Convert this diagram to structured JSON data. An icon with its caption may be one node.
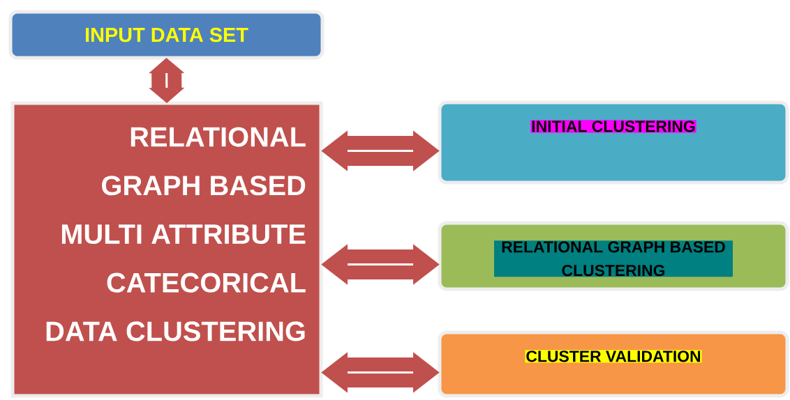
{
  "diagram": {
    "nodes": [
      {
        "text": [
          "INPUT DATA SET"
        ]
      },
      {
        "text": [
          "RELATIONAL GRAPH BASED MULTI ATTRIBUTE CATECORICAL DATA CLUSTERING"
        ]
      },
      {
        "text": [
          "INITIAL CLUSTERING"
        ]
      },
      {
        "text": [
          "RELATIONAL GRAPH BASED CLUSTERING"
        ]
      },
      {
        "text": [
          "CLUSTER VALIDATION"
        ]
      }
    ],
    "edges": [
      {
        "from": 0,
        "to": 1,
        "arrow": "both"
      },
      {
        "from": 1,
        "to": 2,
        "arrow": "both"
      },
      {
        "from": 1,
        "to": 3,
        "arrow": "both"
      },
      {
        "from": 1,
        "to": 4,
        "arrow": "both"
      }
    ]
  }
}
